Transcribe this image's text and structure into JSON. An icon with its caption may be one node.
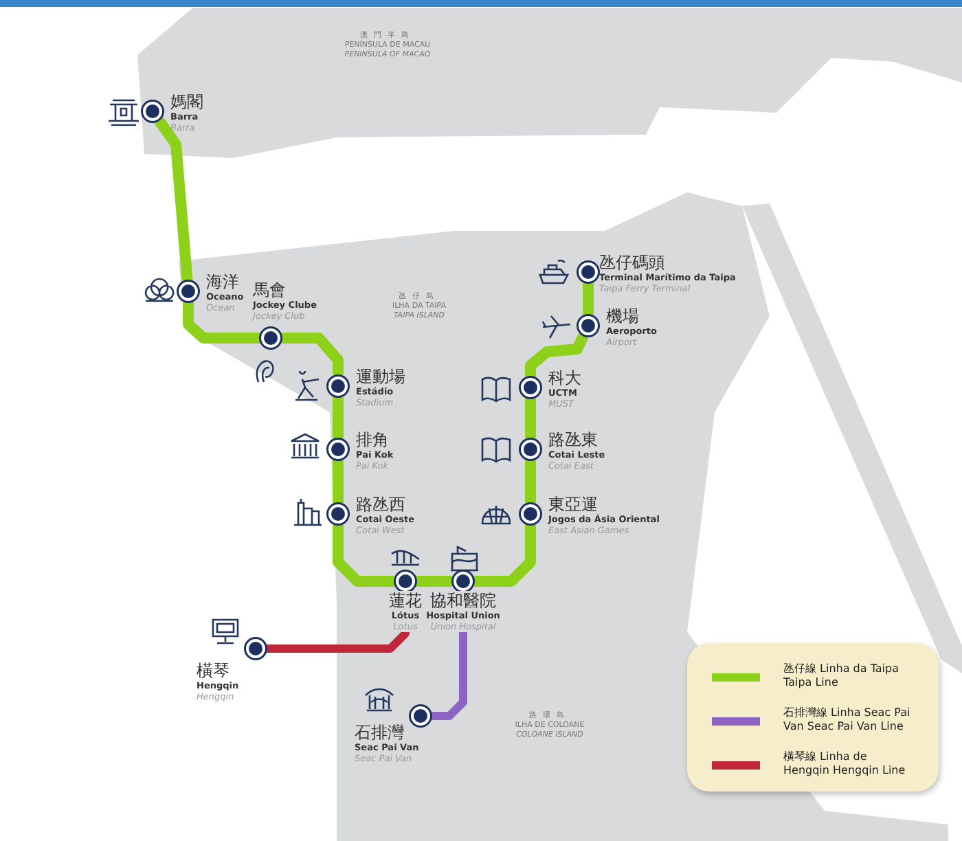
{
  "diagram": {
    "nodes": [
      {
        "text": [
          "媽閣",
          "Barra",
          "Barra"
        ]
      },
      {
        "text": [
          "海洋",
          "Oceano",
          "Ocean"
        ]
      },
      {
        "text": [
          "馬會",
          "Jockey Clube",
          "Jockey Club"
        ]
      },
      {
        "text": [
          "運動場",
          "Estádio",
          "Stadium"
        ]
      },
      {
        "text": [
          "排角",
          "Pai Kok",
          "Pai Kok"
        ]
      },
      {
        "text": [
          "路氹西",
          "Cotai Oeste",
          "Cotai West"
        ]
      },
      {
        "text": [
          "蓮花",
          "Lótus",
          "Lotus"
        ]
      },
      {
        "text": [
          "協和醫院",
          "Hospital Union",
          "Union Hospital"
        ]
      },
      {
        "text": [
          "東亞運",
          "Jogos da Ásia Oriental",
          "East Asian Games"
        ]
      },
      {
        "text": [
          "路氹東",
          "Cotai Leste",
          "Cotai East"
        ]
      },
      {
        "text": [
          "科大",
          "UCTM",
          "MUST"
        ]
      },
      {
        "text": [
          "機場",
          "Aeroporto",
          "Airport"
        ]
      },
      {
        "text": [
          "氹仔碼頭",
          "Terminal Marítimo da Taipa",
          "Taipa Ferry Terminal"
        ]
      },
      {
        "text": [
          "橫琴",
          "Hengqin",
          "Hengqin"
        ]
      },
      {
        "text": [
          "石排灣",
          "Seac Pai Van",
          "Seac Pai Van"
        ]
      }
    ],
    "edges": [
      {
        "from": 0,
        "to": 1,
        "arrow": "none"
      },
      {
        "from": 1,
        "to": 2,
        "arrow": "none"
      },
      {
        "from": 2,
        "to": 3,
        "arrow": "none"
      },
      {
        "from": 3,
        "to": 4,
        "arrow": "none"
      },
      {
        "from": 4,
        "to": 5,
        "arrow": "none"
      },
      {
        "from": 5,
        "to": 6,
        "arrow": "none"
      },
      {
        "from": 6,
        "to": 7,
        "arrow": "none"
      },
      {
        "from": 7,
        "to": 8,
        "arrow": "none"
      },
      {
        "from": 8,
        "to": 9,
        "arrow": "none"
      },
      {
        "from": 9,
        "to": 10,
        "arrow": "none"
      },
      {
        "from": 10,
        "to": 11,
        "arrow": "none"
      },
      {
        "from": 11,
        "to": 12,
        "arrow": "none"
      },
      {
        "from": 6,
        "to": 13,
        "arrow": "none",
        "color": "#c0283a"
      },
      {
        "from": 7,
        "to": 14,
        "arrow": "none",
        "color": "#8e63c6"
      }
    ],
    "labels": [
      "澳門半島",
      "PENÍNSULA DE MACAU",
      "PENINSULA OF MACAO",
      "氹仔島",
      "ILHA DA TAIPA",
      "TAIPA ISLAND",
      "路環島",
      "ILHA DE COLOANE",
      "COLOANE ISLAND"
    ],
    "legend": [
      {
        "text": "氹仔線 Linha da Taipa Taipa Line",
        "color": "#8dd11a"
      },
      {
        "text": "石排灣線 Linha Seac Pai Van Seac Pai Van Line",
        "color": "#8e63c6"
      },
      {
        "text": "橫琴線 Linha de Hengqin Hengqin Line",
        "color": "#c0283a"
      }
    ]
  }
}
